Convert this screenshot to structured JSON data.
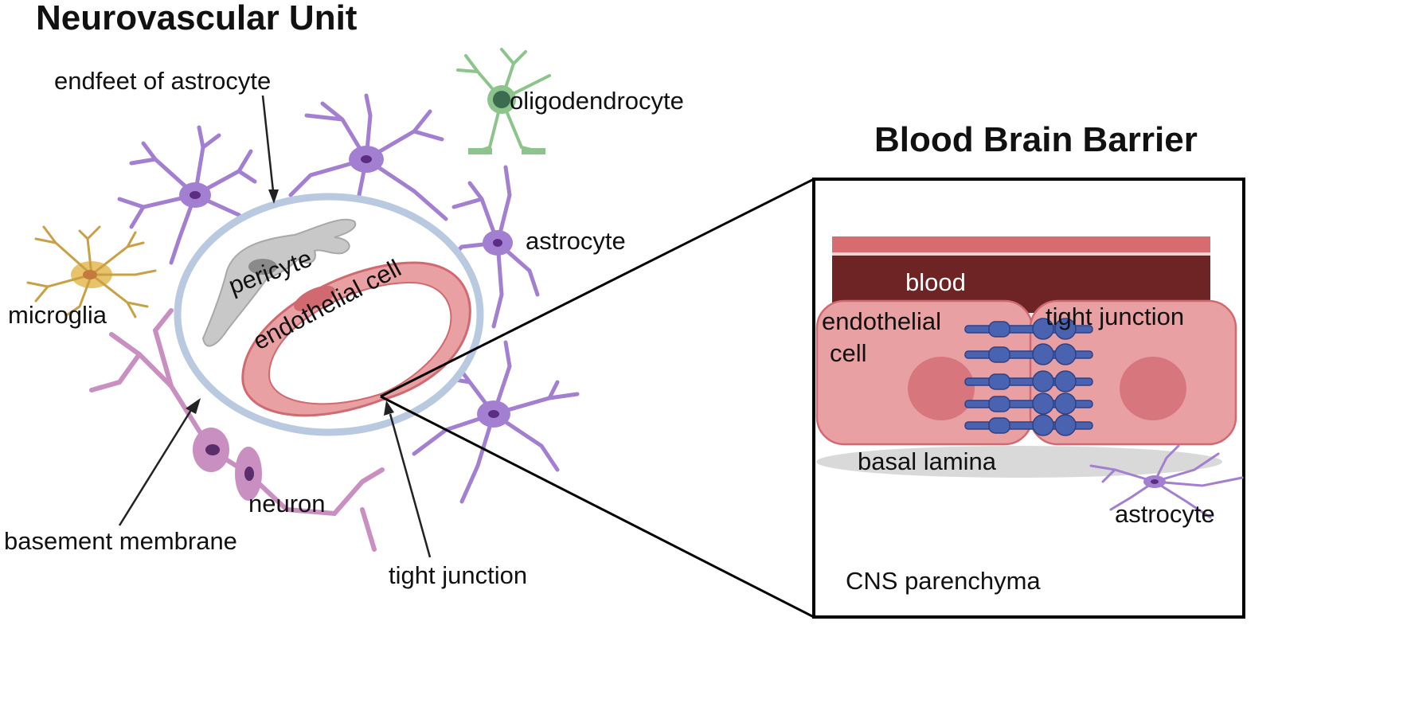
{
  "titles": {
    "neurovascular_unit": "Neurovascular Unit",
    "blood_brain_barrier": "Blood Brain Barrier"
  },
  "nvu_labels": {
    "endfeet_of_astrocyte": "endfeet of astrocyte",
    "oligodendrocyte": "oligodendrocyte",
    "astrocyte": "astrocyte",
    "microglia": "microglia",
    "pericyte": "pericyte",
    "endothelial_cell": "endothelial cell",
    "basement_membrane": "basement membrane",
    "neuron": "neuron",
    "tight_junction": "tight junction"
  },
  "bbb_labels": {
    "blood": "blood",
    "endothelial_line1": "endothelial",
    "endothelial_line2": "cell",
    "tight_junction": "tight junction",
    "basal_lamina": "basal lamina",
    "astrocyte": "astrocyte",
    "cns_parenchyma": "CNS parenchyma"
  },
  "colors": {
    "astrocyte": "#a27fd0",
    "astrocyte_nucleus": "#5a2d82",
    "oligodendrocyte": "#8cc48c",
    "microglia": "#e8c36b",
    "neuron": "#c98fc0",
    "basement_membrane": "#b9c9e0",
    "pericyte": "#c8c8c8",
    "endothelial": "#e9a0a3",
    "endothelial_dark": "#d06a70",
    "blood": "#6e2424",
    "blood_top": "#d86b6f",
    "tight_junction_protein": "#4a63b0",
    "basal_lamina": "#d9d9d9"
  }
}
